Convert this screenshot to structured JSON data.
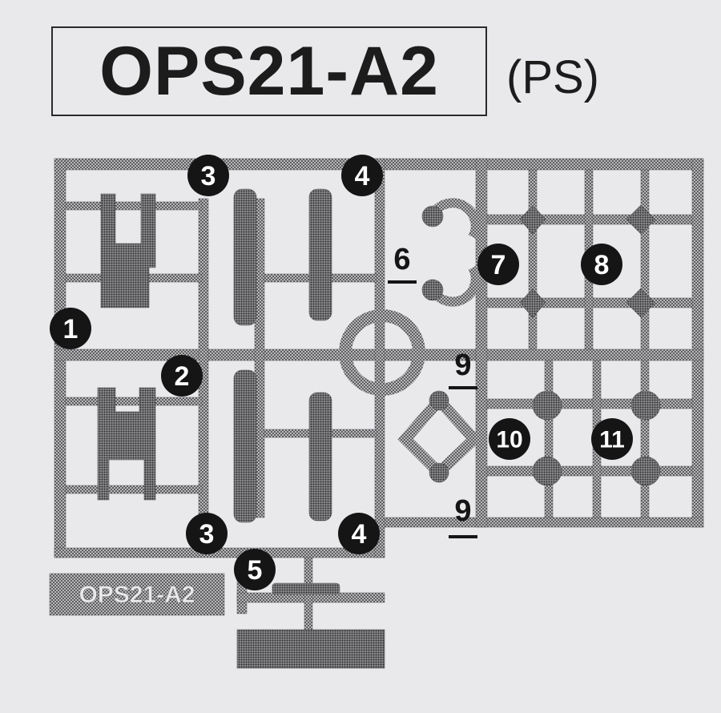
{
  "title": "OPS21-A2",
  "material": "(PS)",
  "sprue_tag": "OPS21-A2",
  "parts": [
    {
      "label": "1",
      "style": "circle"
    },
    {
      "label": "2",
      "style": "circle"
    },
    {
      "label": "3",
      "style": "circle"
    },
    {
      "label": "3",
      "style": "circle"
    },
    {
      "label": "4",
      "style": "circle"
    },
    {
      "label": "4",
      "style": "circle"
    },
    {
      "label": "5",
      "style": "circle"
    },
    {
      "label": "6",
      "style": "underline"
    },
    {
      "label": "7",
      "style": "circle"
    },
    {
      "label": "8",
      "style": "circle"
    },
    {
      "label": "9",
      "style": "underline"
    },
    {
      "label": "9",
      "style": "underline"
    },
    {
      "label": "10",
      "style": "circle"
    },
    {
      "label": "11",
      "style": "circle"
    }
  ],
  "colors": {
    "background": "#e9e9ec",
    "ink": "#151515",
    "frame": "#9a9a9a"
  }
}
